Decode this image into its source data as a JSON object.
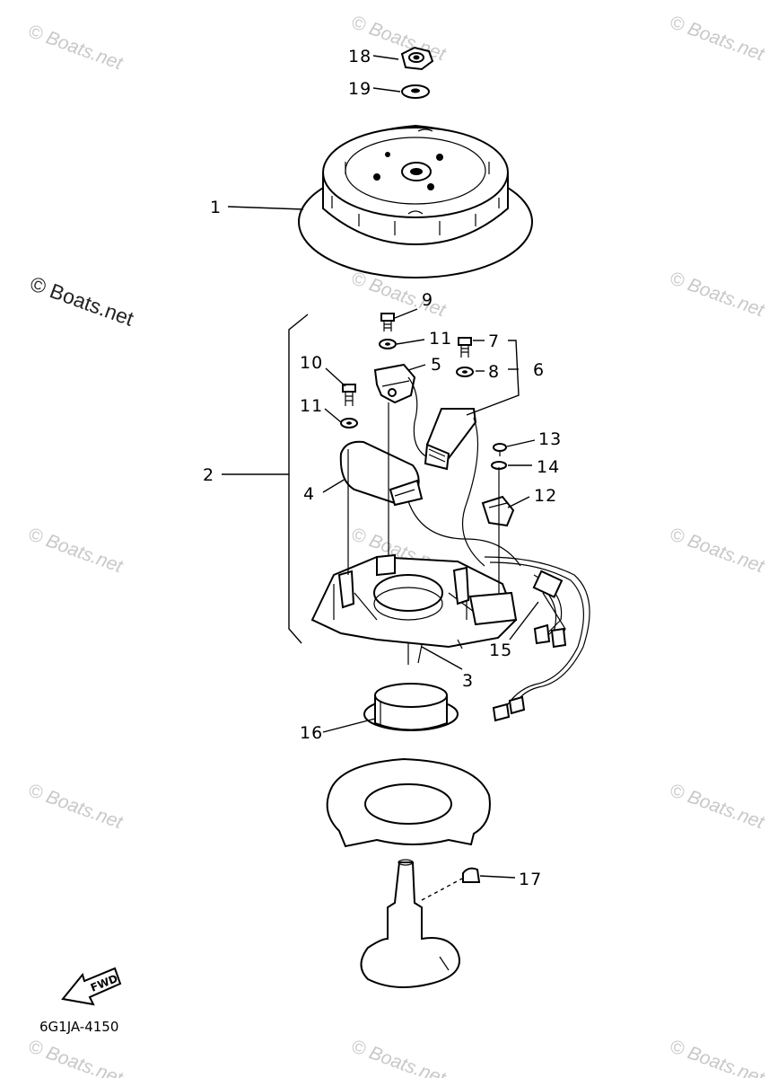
{
  "diagram": {
    "code": "6G1JA-4150",
    "fwd_label": "FWD",
    "watermark": "© Boats.net",
    "callouts": [
      {
        "id": "1",
        "label": "1"
      },
      {
        "id": "2",
        "label": "2"
      },
      {
        "id": "3",
        "label": "3"
      },
      {
        "id": "4",
        "label": "4"
      },
      {
        "id": "5",
        "label": "5"
      },
      {
        "id": "6",
        "label": "6"
      },
      {
        "id": "7",
        "label": "7"
      },
      {
        "id": "8",
        "label": "8"
      },
      {
        "id": "9",
        "label": "9"
      },
      {
        "id": "10",
        "label": "10"
      },
      {
        "id": "11a",
        "label": "11"
      },
      {
        "id": "11b",
        "label": "11"
      },
      {
        "id": "12",
        "label": "12"
      },
      {
        "id": "13",
        "label": "13"
      },
      {
        "id": "14",
        "label": "14"
      },
      {
        "id": "15",
        "label": "15"
      },
      {
        "id": "16",
        "label": "16"
      },
      {
        "id": "17",
        "label": "17"
      },
      {
        "id": "18",
        "label": "18"
      },
      {
        "id": "19",
        "label": "19"
      }
    ]
  }
}
